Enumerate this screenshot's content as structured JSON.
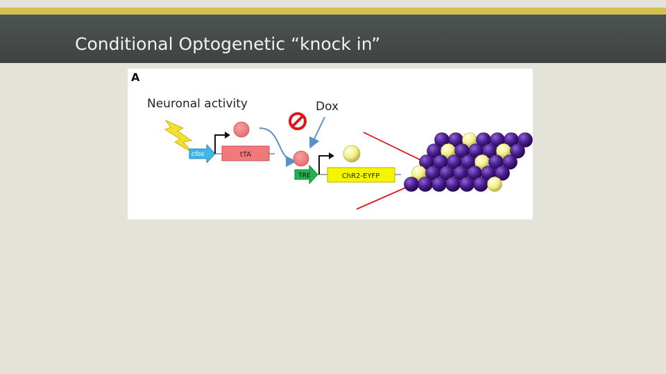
{
  "slide": {
    "title": "Conditional Optogenetic “knock in”"
  },
  "figure": {
    "panel_label": "A",
    "neuronal_activity_label": "Neuronal activity",
    "dox_label": "Dox",
    "cfos_label": "cfos",
    "tta_label": "tTA",
    "tre_label": "TRE",
    "chr2_label": "ChR2-EYFP"
  },
  "colors": {
    "title_band": "#454a48",
    "accent_stripe": "#d6bf52",
    "background": "#e3e3d9",
    "purple_cell": "#4b1f8f",
    "yellow_cell": "#f3f08a",
    "red_line": "#e0141c",
    "tta_box": "#f07a7a",
    "chr2_box": "#f5f500",
    "cfos_arrow": "#3fb7e8",
    "tre_arrow": "#22b24c"
  }
}
